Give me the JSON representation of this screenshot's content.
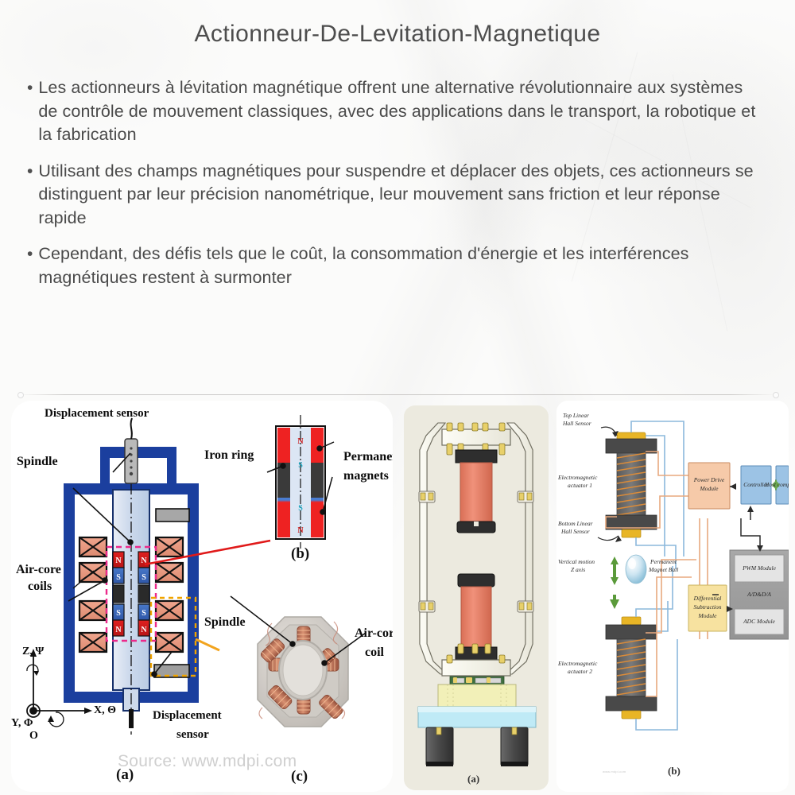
{
  "page": {
    "title": "Actionneur-De-Levitation-Magnetique",
    "background_color": "#fbfbfa",
    "title_color": "#4d4d4d",
    "body_text_color": "#4a4a4a",
    "watermark": "Source: www.mdpi.com",
    "micro_credit": "www.mdpi.com"
  },
  "bullets": [
    {
      "marker": "•",
      "text": "Les actionneurs à lévitation magnétique offrent une alternative révolutionnaire aux systèmes de contrôle de mouvement classiques, avec des applications dans le transport, la robotique et la fabrication"
    },
    {
      "marker": "•",
      "text": "Utilisant des champs magnétiques pour suspendre et déplacer des objets, ces actionneurs se distinguent par leur précision nanométrique, leur mouvement sans friction et leur réponse rapide"
    },
    {
      "marker": "•",
      "text": "Cependant, des défis tels que le coût, la consommation d'énergie et les interférences magnétiques restent à surmonter"
    }
  ],
  "figures": {
    "left_panel": {
      "caption_a": "(a)",
      "caption_b": "(b)",
      "caption_c": "(c)",
      "labels": {
        "displacement_sensor_top": "Displacement sensor",
        "spindle_top": "Spindle",
        "air_core_coils": "Air-core\ncoils",
        "air_core_coils_line1": "Air-core",
        "air_core_coils_line2": "coils",
        "displacement_sensor_bottom_line1": "Displacement",
        "displacement_sensor_bottom_line2": "sensor",
        "iron_ring": "Iron ring",
        "permanent_magnets_line1": "Permanent",
        "permanent_magnets_line2": "magnets",
        "spindle_mid": "Spindle",
        "air_core_coil_line1": "Air-core",
        "air_core_coil_line2": "coil"
      },
      "axes": {
        "z_axis": "Z, Ψ",
        "x_axis": "X, Θ",
        "y_axis": "Y, Φ",
        "origin": "O"
      },
      "magnet_poles": [
        "N",
        "S",
        "S",
        "N",
        "S",
        "N",
        "N",
        "S"
      ],
      "magnet_poles_b": [
        "N",
        "S",
        "S",
        "N"
      ]
    },
    "mid_panel": {
      "caption": "(a)"
    },
    "right_panel": {
      "caption": "(b)",
      "labels": {
        "top_hall_sensor_line1": "Top Linear",
        "top_hall_sensor_line2": "Hall Sensor",
        "bottom_hall_sensor_line1": "Bottom Linear",
        "bottom_hall_sensor_line2": "Hall Sensor",
        "actuator1_line1": "Electromagnetic",
        "actuator1_line2": "actuator 1",
        "actuator2_line1": "Electromagnetic",
        "actuator2_line2": "actuator 2",
        "vertical_motion_line1": "Vertical motion",
        "vertical_motion_line2": "Z axis",
        "magnet_ball_line1": "Permanent",
        "magnet_ball_line2": "Magnet Ball"
      },
      "blocks": [
        {
          "name": "power-drive-module",
          "line1": "Power Drive",
          "line2": "Module",
          "color": "#f6caa9"
        },
        {
          "name": "controller",
          "line1": "Controller",
          "line2": "",
          "color": "#9cc3e5"
        },
        {
          "name": "host-computer",
          "line1": "Host computer",
          "line2": "",
          "color": "#9cc3e5"
        },
        {
          "name": "pwm-module",
          "line1": "PWM Module",
          "line2": "",
          "color": "#e4e4e4"
        },
        {
          "name": "ad-da-module",
          "line1": "A/D&D/A",
          "line2": "",
          "color": "#9d9d9d"
        },
        {
          "name": "adc-module",
          "line1": "ADC Module",
          "line2": "",
          "color": "#e4e4e4"
        },
        {
          "name": "differential-subtraction-module",
          "line1": "Differential",
          "line2": "Subtraction",
          "line3": "Module",
          "color": "#f7e2a0"
        }
      ]
    }
  }
}
